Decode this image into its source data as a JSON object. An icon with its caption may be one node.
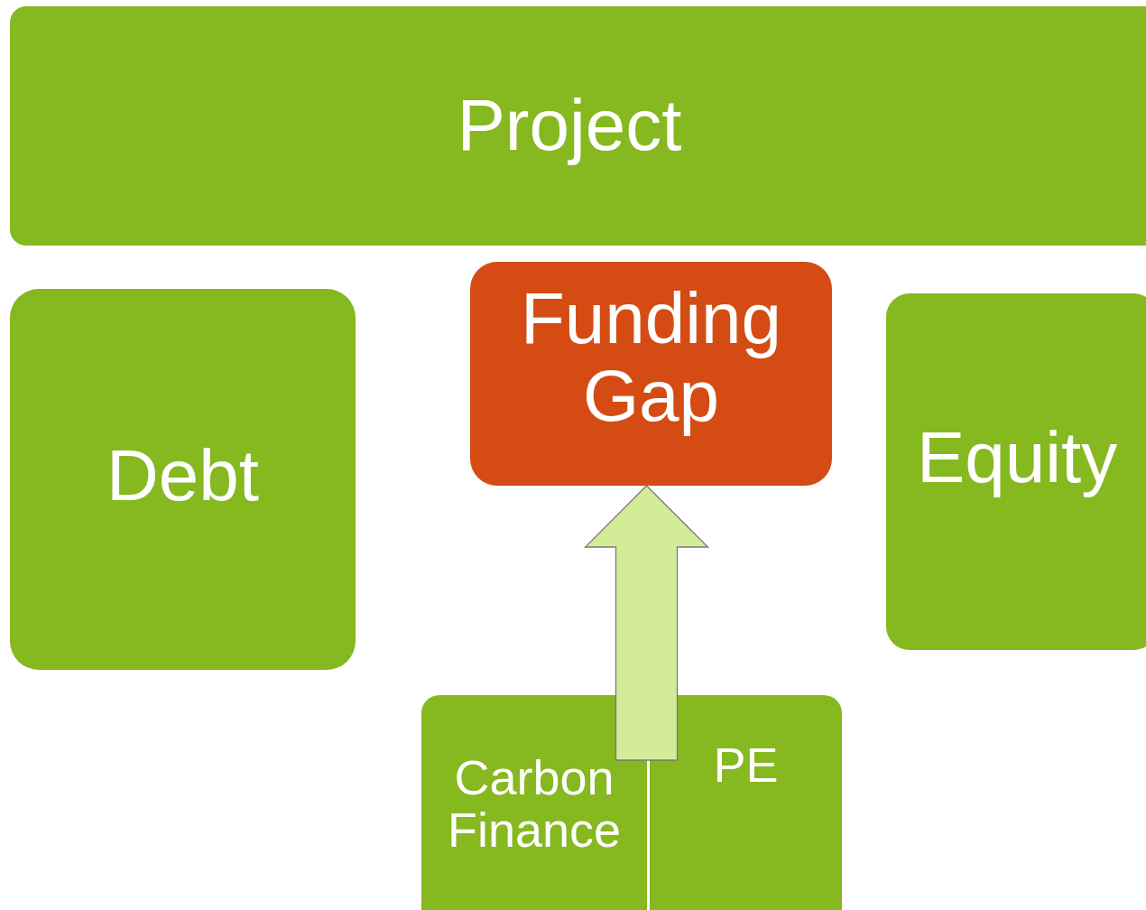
{
  "diagram": {
    "nodes": [
      {
        "text": [
          "Project"
        ]
      },
      {
        "text": [
          "Debt"
        ]
      },
      {
        "text": [
          "Funding Gap"
        ]
      },
      {
        "text": [
          "Equity"
        ]
      },
      {
        "text": [
          "Carbon Finance"
        ]
      },
      {
        "text": [
          "PE"
        ]
      }
    ],
    "edges": [
      {
        "from": 4,
        "to": 2,
        "arrow": "to",
        "style": "thick"
      },
      {
        "from": 5,
        "to": 2,
        "arrow": "to",
        "style": "thick"
      }
    ]
  }
}
